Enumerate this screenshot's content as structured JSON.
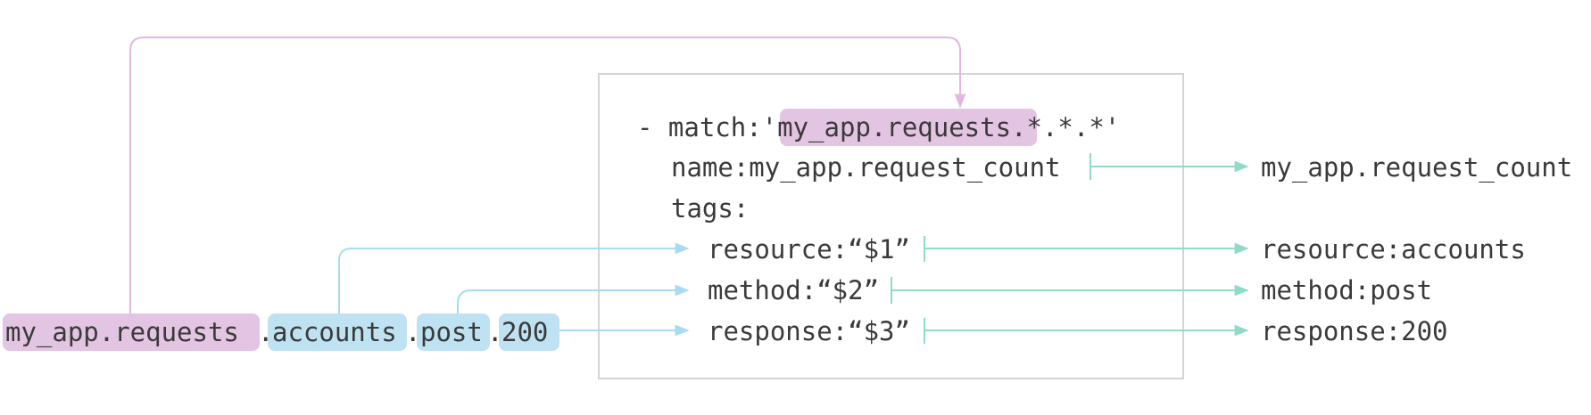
{
  "source_metric": {
    "segments": [
      {
        "text": "my_app.requests",
        "role": "metric"
      },
      {
        "text": ".",
        "role": "separator"
      },
      {
        "text": "accounts",
        "role": "tag"
      },
      {
        "text": ".",
        "role": "separator"
      },
      {
        "text": "post",
        "role": "tag"
      },
      {
        "text": ".",
        "role": "separator"
      },
      {
        "text": "200",
        "role": "tag"
      }
    ]
  },
  "mapping_rule": {
    "match_prefix": "- match:'",
    "match_highlight": "my_app.requests",
    "match_suffix": ".*.*.*'",
    "name_line": "name:my_app.request_count",
    "tags_line": "tags:",
    "tag_lines": [
      "resource:“$1”",
      "method:“$2”",
      "response:“$3”"
    ]
  },
  "output": {
    "name": "my_app.request_count",
    "tags": [
      "resource:accounts",
      "method:post",
      "response:200"
    ]
  },
  "colors": {
    "metric_highlight": "#e4c4e3",
    "metric_connector": "#e2b8e0",
    "tag_highlight": "#bfe2f3",
    "tag_connector": "#a9dbf0",
    "output_connector": "#8fdcc6",
    "box_border": "#d4d4d4",
    "text": "#3a3a3a"
  }
}
